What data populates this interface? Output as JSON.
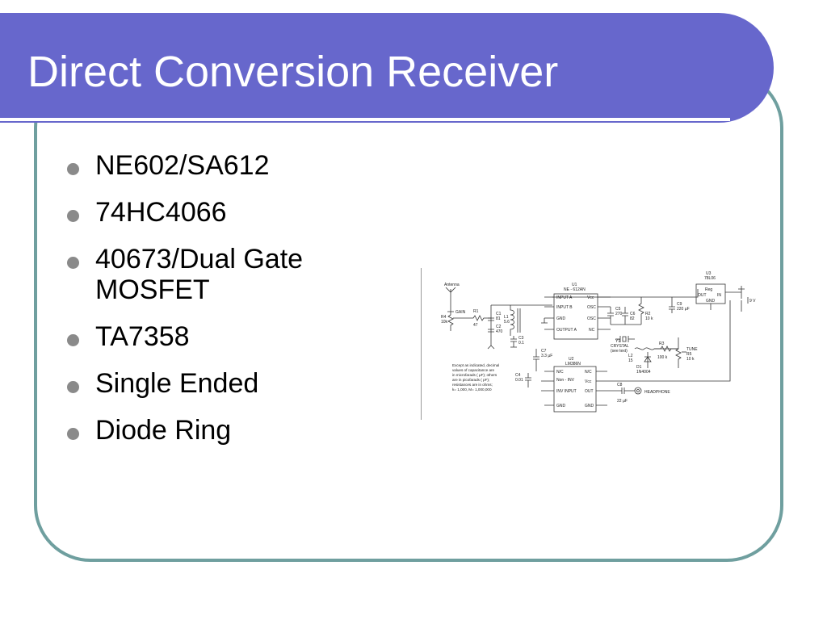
{
  "slide": {
    "title": "Direct Conversion Receiver"
  },
  "bullets": [
    "NE602/SA612",
    "74HC4066",
    "40673/Dual Gate MOSFET",
    "TA7358",
    "Single Ended",
    "Diode Ring"
  ],
  "schematic": {
    "u1_ref": "U1",
    "u1_part": "NE - 612AN",
    "u1_pins": [
      "INPUT A",
      "INPUT B",
      "GND",
      "OUTPUT A",
      "Vcc",
      "OSC",
      "OSC",
      "NC"
    ],
    "u2_ref": "U2",
    "u2_part": "LM386N",
    "u2_pins": [
      "N/C",
      "Non - INV",
      "INV INPUT",
      "GND",
      "N/C",
      "Vcc",
      "OUT",
      "GND"
    ],
    "u3_ref": "U3",
    "u3_part": "78L06",
    "reg": "Reg",
    "reg_out": "OUT",
    "reg_in": "IN",
    "reg_gnd": "GND",
    "antenna": "Antenna",
    "gain": "GAIN",
    "r4": "R4",
    "r4v": "10k",
    "r1": "R1",
    "r1v": "47",
    "c1": "C1",
    "c1v": "81",
    "c2": "C2",
    "c2v": "470",
    "l1": "L1",
    "l1v": "5.6",
    "c3": "C3",
    "c3v": "0.1",
    "c5": "C5",
    "c5v": "270",
    "c6": "C6",
    "c6v": "82",
    "r2": "R2",
    "r2v": "10 k",
    "c7": "C7",
    "c7v": "3.3 µF",
    "y1": "Y1",
    "y1v": "CRYSTAL",
    "y1n": "(see text)",
    "l2": "L2",
    "l2v": "15",
    "d1": "D1",
    "d1v": "1N4004",
    "r3": "R3",
    "r3v": "100 k",
    "tune": "TUNE",
    "r5": "R5",
    "r5v": "10 k",
    "c9": "C9",
    "c9v": "220 µF",
    "batt": "9 V",
    "c4": "C4",
    "c4v": "0.01",
    "c8": "C8",
    "c8v": "22 µF",
    "headphone": "HEADPHONE",
    "note": [
      "Except as indicated, decimal",
      "values of capacitance are",
      "in microfarads ( µF); others",
      "are in picofarads ( pF);",
      "resistances are in ohms;",
      "k= 1,000, M= 1,000,000"
    ]
  }
}
